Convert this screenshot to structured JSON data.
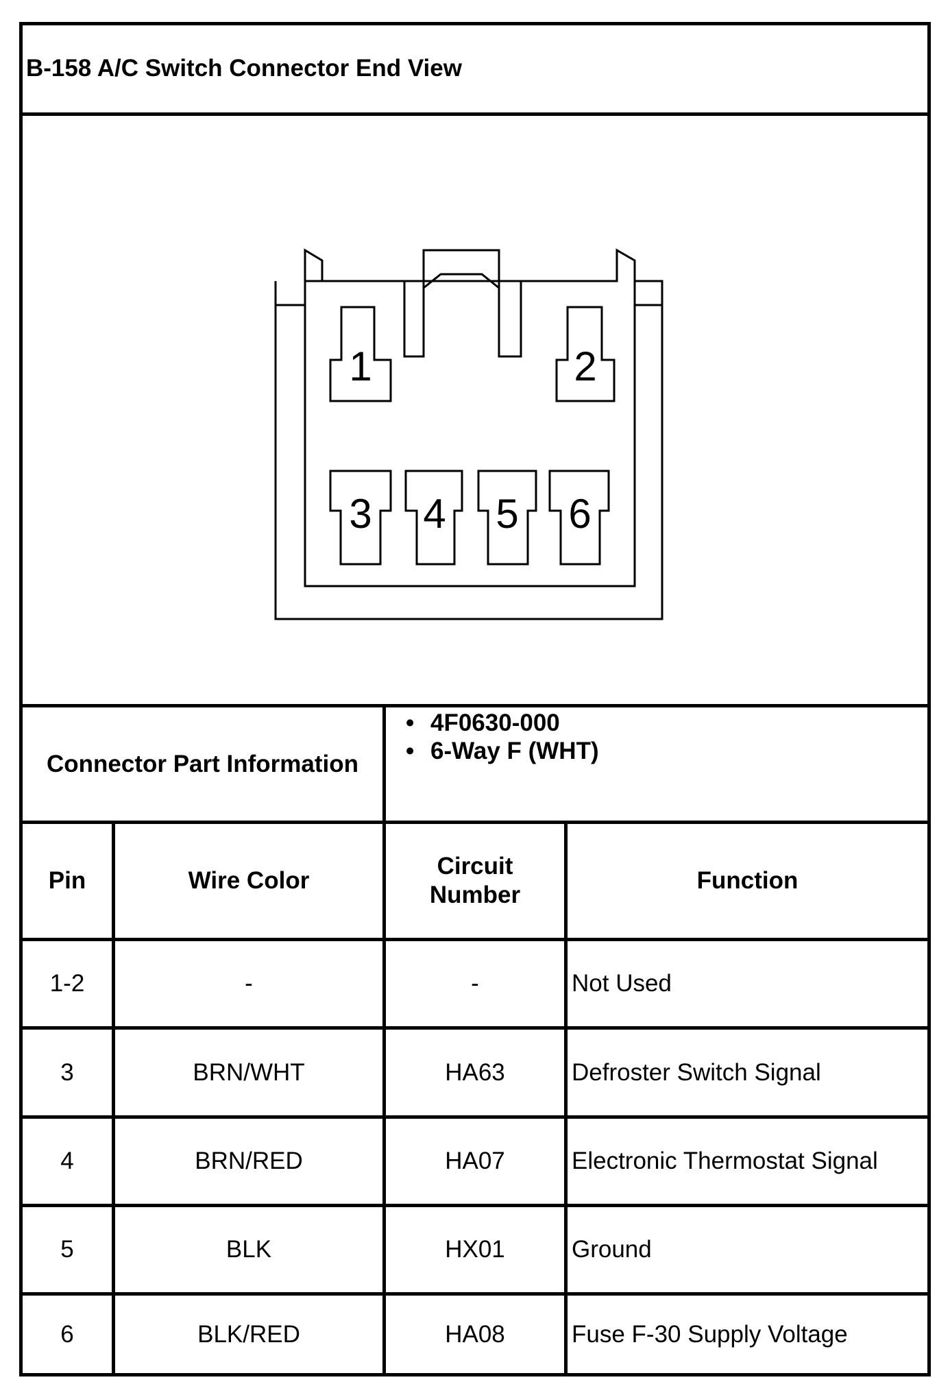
{
  "title": "B-158 A/C Switch Connector End View",
  "diagram": {
    "pins": [
      "1",
      "2",
      "3",
      "4",
      "5",
      "6"
    ]
  },
  "part_info": {
    "label": "Connector Part Information",
    "items": [
      "4F0630-000",
      "6-Way F (WHT)"
    ]
  },
  "table": {
    "headers": {
      "pin": "Pin",
      "wire_color": "Wire Color",
      "circuit_line1": "Circuit",
      "circuit_line2": "Number",
      "function": "Function"
    },
    "rows": [
      {
        "pin": "1-2",
        "wire_color": "-",
        "circuit": "-",
        "function": "Not Used"
      },
      {
        "pin": "3",
        "wire_color": "BRN/WHT",
        "circuit": "HA63",
        "function": "Defroster Switch Signal"
      },
      {
        "pin": "4",
        "wire_color": "BRN/RED",
        "circuit": "HA07",
        "function": "Electronic Thermostat Signal"
      },
      {
        "pin": "5",
        "wire_color": "BLK",
        "circuit": "HX01",
        "function": "Ground"
      },
      {
        "pin": "6",
        "wire_color": "BLK/RED",
        "circuit": "HA08",
        "function": "Fuse F-30 Supply Voltage"
      }
    ]
  }
}
